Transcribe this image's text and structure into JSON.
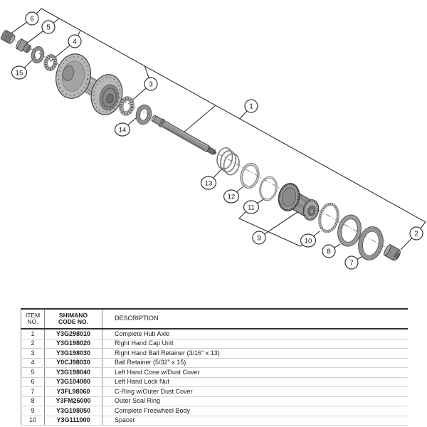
{
  "diagram": {
    "callouts": [
      {
        "label": "1"
      },
      {
        "label": "2"
      },
      {
        "label": "3"
      },
      {
        "label": "4"
      },
      {
        "label": "5"
      },
      {
        "label": "6"
      },
      {
        "label": "7"
      },
      {
        "label": "8"
      },
      {
        "label": "9"
      },
      {
        "label": "10"
      },
      {
        "label": "11"
      },
      {
        "label": "12"
      },
      {
        "label": "13"
      },
      {
        "label": "14"
      },
      {
        "label": "15"
      }
    ]
  },
  "table": {
    "headers": {
      "item_line1": "ITEM",
      "item_line2": "NO.",
      "code_line1": "SHIMANO",
      "code_line2": "CODE NO.",
      "description": "DESCRIPTION"
    },
    "rows": [
      {
        "no": "1",
        "code": "Y3G298010",
        "description": "Complete Hub Axle"
      },
      {
        "no": "2",
        "code": "Y3G198020",
        "description": "Right Hand Cap Unit"
      },
      {
        "no": "3",
        "code": "Y3G198030",
        "description": "Right Hand Ball Retainer (3/16\" x 13)"
      },
      {
        "no": "4",
        "code": "Y0CJ98030",
        "description": "Ball Retainer (5/32\" x 15)"
      },
      {
        "no": "5",
        "code": "Y3G198040",
        "description": "Left Hand Cone w/Dust Cover"
      },
      {
        "no": "6",
        "code": "Y3G104000",
        "description": "Left Hand Lock Nut"
      },
      {
        "no": "7",
        "code": "Y3FL98060",
        "description": "C-Ring w/Outer Dust Cover"
      },
      {
        "no": "8",
        "code": "Y3FM26000",
        "description": "Outer Seal Ring"
      },
      {
        "no": "9",
        "code": "Y3G198050",
        "description": "Complete Freewheel Body"
      },
      {
        "no": "10",
        "code": "Y3G111000",
        "description": "Spacer"
      }
    ]
  }
}
